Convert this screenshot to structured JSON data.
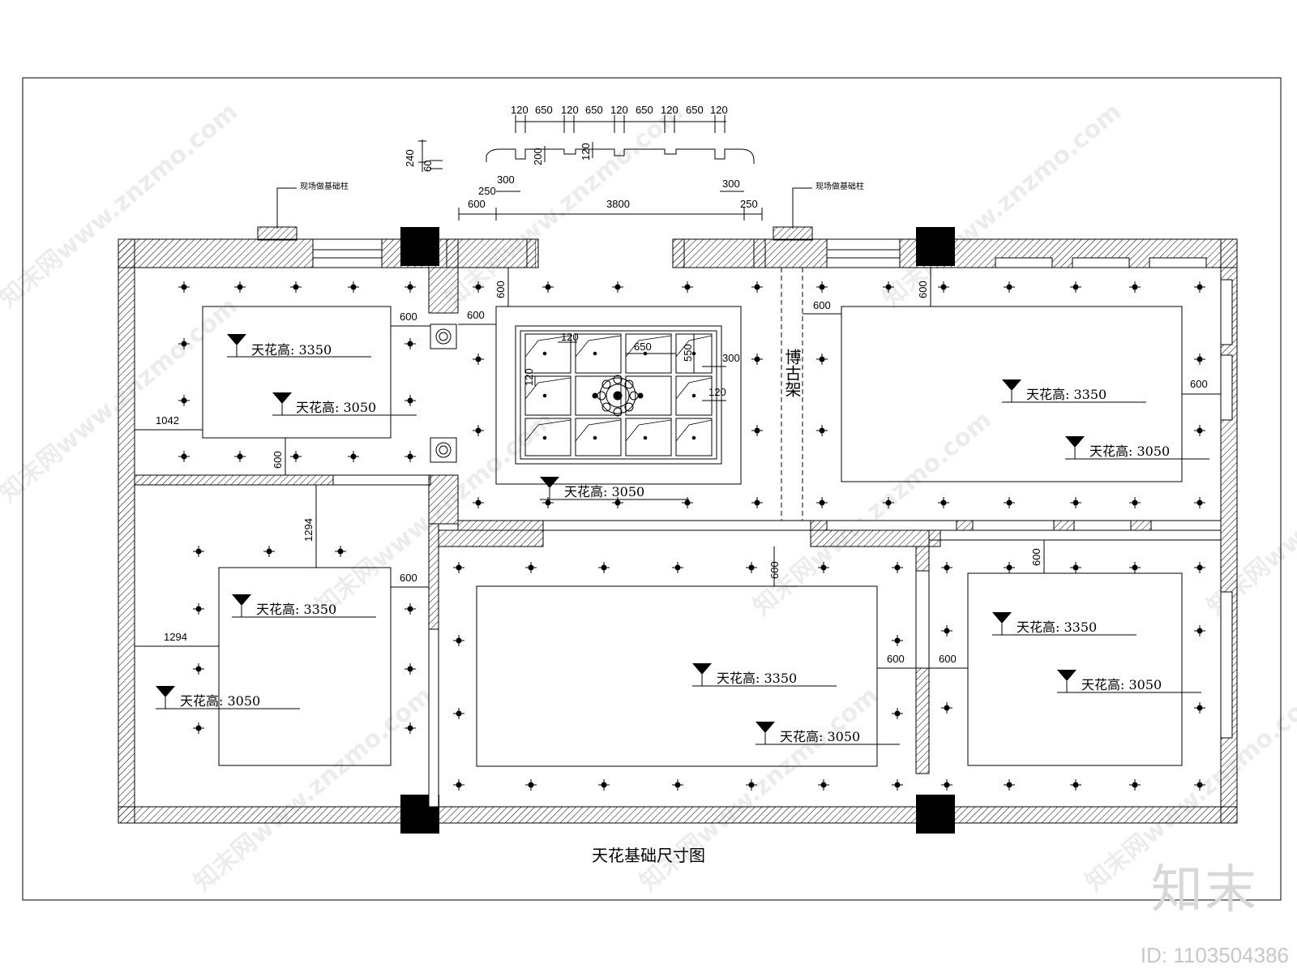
{
  "drawing": {
    "title": "天花基础尺寸图",
    "rack_label": "博古架",
    "column_note": "现场做基础柱",
    "ceiling_high": "天花高: 3350",
    "ceiling_low": "天花高: 3050"
  },
  "dimensions": {
    "top_pattern": [
      "120",
      "650",
      "120",
      "650",
      "120",
      "650",
      "120",
      "650",
      "120"
    ],
    "profile_vertical": [
      "240",
      "60",
      "200",
      "120"
    ],
    "opening": {
      "total": "3800",
      "side": "600",
      "inset_left": "250",
      "step_left": "300",
      "inset_right": "250",
      "step_right": "300"
    },
    "offset_600": "600",
    "offset_1042": "1042",
    "offset_1294": "1294",
    "panel_120": "120",
    "panel_650": "650",
    "panel_550": "550",
    "panel_300": "300"
  },
  "branding": {
    "watermark": "知末网www.znzmo.com",
    "logo": "知末",
    "id": "ID: 1103504386"
  }
}
